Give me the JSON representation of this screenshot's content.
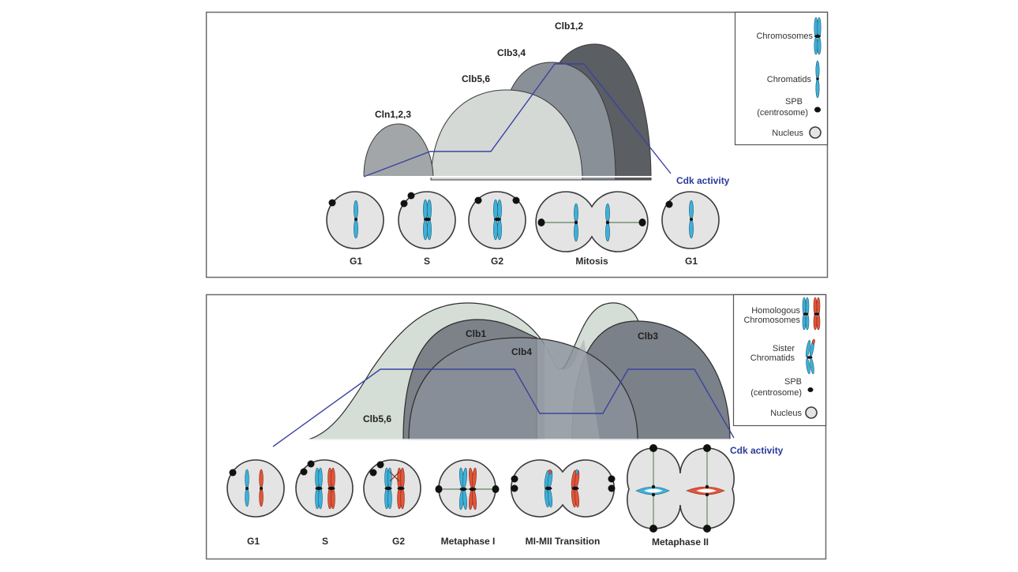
{
  "mitosis_panel": {
    "cyclins": [
      {
        "id": "cln123",
        "label": "Cln1,2,3"
      },
      {
        "id": "clb56",
        "label": "Clb5,6"
      },
      {
        "id": "clb34",
        "label": "Clb3,4"
      },
      {
        "id": "clb12",
        "label": "Clb1,2"
      }
    ],
    "cdk_label": "Cdk activity",
    "stages": [
      "G1",
      "S",
      "G2",
      "Mitosis",
      "G1"
    ],
    "legend": {
      "chromosomes": "Chromosomes",
      "chromatids": "Chromatids",
      "spb_line1": "SPB",
      "spb_line2": "(centrosome)",
      "nucleus": "Nucleus"
    }
  },
  "meiosis_panel": {
    "cyclins": [
      {
        "id": "clb56",
        "label": "Clb5,6"
      },
      {
        "id": "clb1",
        "label": "Clb1"
      },
      {
        "id": "clb4",
        "label": "Clb4"
      },
      {
        "id": "clb3",
        "label": "Clb3"
      }
    ],
    "cdk_label": "Cdk activity",
    "stages": [
      "G1",
      "S",
      "G2",
      "Metaphase I",
      "MI-MII Transition",
      "Metaphase II"
    ],
    "legend": {
      "homologous_line1": "Homologous",
      "homologous_line2": "Chromosomes",
      "sister_line1": "Sister",
      "sister_line2": "Chromatids",
      "spb_line1": "SPB",
      "spb_line2": "(centrosome)",
      "nucleus": "Nucleus"
    }
  },
  "colors": {
    "cdk_line": "#3a44a0",
    "chromosome_blue": "#3fb0d8",
    "chromosome_red": "#e0553a",
    "nucleus_fill": "#e4e4e4"
  }
}
